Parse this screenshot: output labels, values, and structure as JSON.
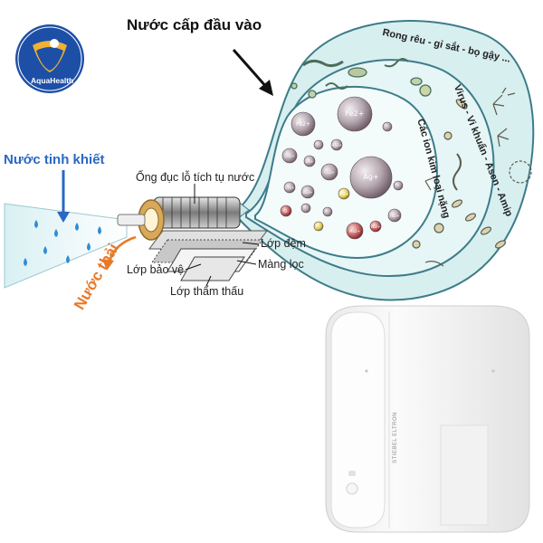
{
  "logo": {
    "name": "AquaHealth",
    "circle_color": "#1d4fa6"
  },
  "labels": {
    "input_water": "Nước cấp đầu vào",
    "pure_water": "Nước tinh khiết",
    "waste_water": "Nước thải",
    "collector_tube": "Ống đục lỗ tích tụ nước",
    "spacer_layer": "Lớp đệm",
    "membrane": "Màng lọc",
    "protective_layer": "Lớp bảo vệ",
    "permeate_layer": "Lớp thẩm thấu"
  },
  "bands": {
    "outer": "Rong rêu - gỉ sắt - bọ gậy ...",
    "middle": "Virus - Vi khuẩn - Asen - Amip",
    "inner": "Các ion kim loại nặng"
  },
  "ions": [
    "Pb2+",
    "Fe2+",
    "Mg2+",
    "Ba2+",
    "Hg2+",
    "Cd2+",
    "U6+",
    "Cu2+",
    "Ag+",
    "Cr3+",
    "As3+",
    "Zn2+",
    "Cl-",
    "Ni2+",
    "Co2+",
    "Mn2+"
  ],
  "device": {
    "brand": "STIEBEL ELTRON"
  },
  "colors": {
    "accent_blue": "#2a68c4",
    "waste_orange": "#e77a2a",
    "bubble_fill": "#d8efef",
    "bubble_stroke": "#3d7c8a"
  }
}
